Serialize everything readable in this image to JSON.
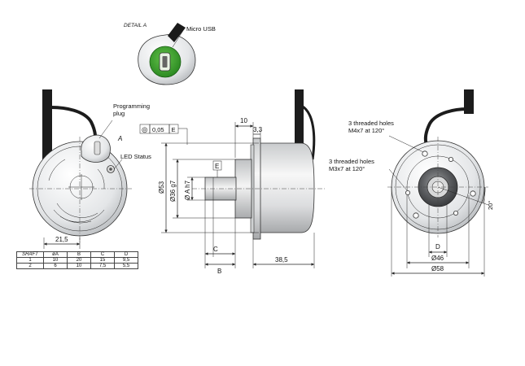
{
  "detail": {
    "title": "DETAIL  A",
    "usb_label": "Micro USB"
  },
  "left_view": {
    "programming_plug_label": "Programming\nplug",
    "section_marker": "A",
    "led_label": "LED Status",
    "dim_21_5": "21,5"
  },
  "table": {
    "headers": [
      "SHAFT",
      "øA",
      "B",
      "C",
      "D"
    ],
    "rows": [
      [
        "1",
        "10",
        "20",
        "15",
        "9,5"
      ],
      [
        "2",
        "6",
        "10",
        "7,5",
        "5,5"
      ]
    ]
  },
  "side_view": {
    "tolerance_symbol": "◎",
    "tolerance_value": "0,05",
    "tolerance_datum": "E",
    "dim_10": "10",
    "dim_3_3": "3,3",
    "datum_e": "E",
    "dim_phi53": "Ø53",
    "dim_phi36": "Ø36 g7",
    "dim_phiA": "Ø A h7",
    "dim_c": "C",
    "dim_b": "B",
    "dim_38_5": "38,5"
  },
  "front_view": {
    "holes_m4": "3 threaded holes\nM4x7 at 120°",
    "holes_m3": "3 threaded holes\nM3x7 at 120°",
    "dim_20deg": "20°",
    "dim_d": "D",
    "dim_phi46": "Ø46",
    "dim_phi58": "Ø58"
  }
}
